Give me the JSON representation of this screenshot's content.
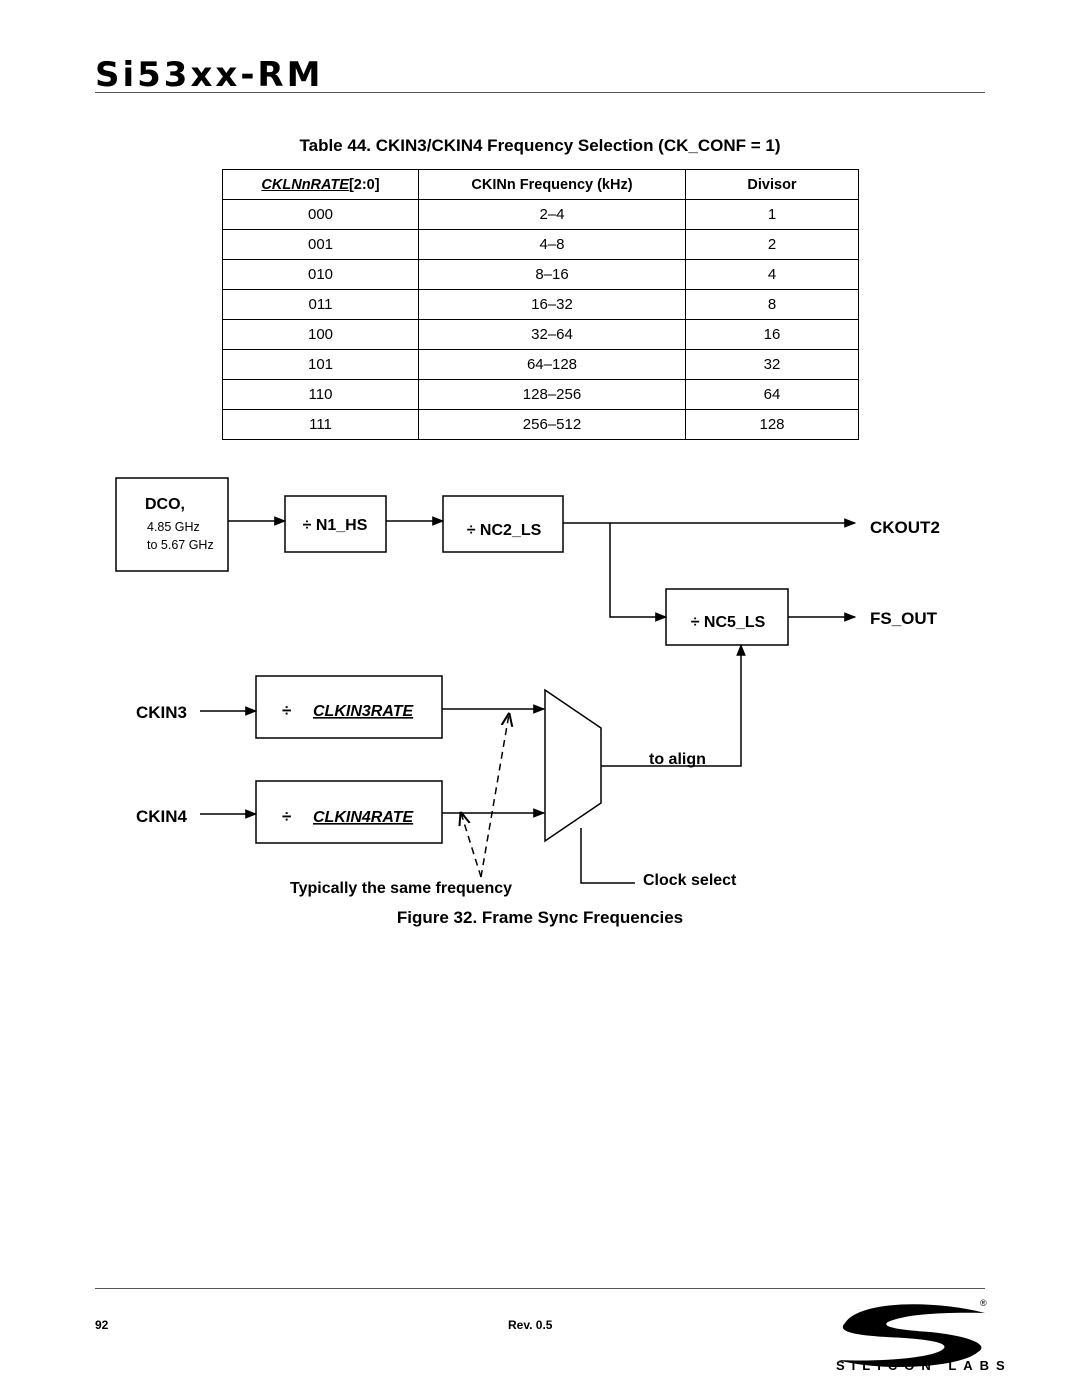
{
  "document": {
    "title": "Si53xx-RM",
    "page_number": "92",
    "revision": "Rev. 0.5"
  },
  "table": {
    "caption": "Table 44. CKIN3/CKIN4 Frequency Selection (CK_CONF = 1)",
    "headers": {
      "col1_italic": "CKLNnRATE",
      "col1_suffix": "[2:0]",
      "col2": "CKINn Frequency (kHz)",
      "col3": "Divisor"
    },
    "rows": [
      [
        "000",
        "2–4",
        "1"
      ],
      [
        "001",
        "4–8",
        "2"
      ],
      [
        "010",
        "8–16",
        "4"
      ],
      [
        "011",
        "16–32",
        "8"
      ],
      [
        "100",
        "32–64",
        "16"
      ],
      [
        "101",
        "64–128",
        "32"
      ],
      [
        "110",
        "128–256",
        "64"
      ],
      [
        "111",
        "256–512",
        "128"
      ]
    ]
  },
  "diagram": {
    "dco_label": "DCO,",
    "dco_freq_line1": "4.85 GHz",
    "dco_freq_line2": "to 5.67 GHz",
    "n1_hs": "÷ N1_HS",
    "nc2_ls": "÷ NC2_LS",
    "nc5_ls": "÷ NC5_LS",
    "ckout2": "CKOUT2",
    "fs_out": "FS_OUT",
    "ckin3": "CKIN3",
    "ckin4": "CKIN4",
    "div_sym": "÷",
    "clkin3rate": "CLKIN3RATE",
    "clkin4rate": "CLKIN4RATE",
    "to_align": "to align",
    "clock_select": "Clock select",
    "same_freq": "Typically the same frequency"
  },
  "figure": {
    "caption": "Figure 32. Frame Sync Frequencies"
  },
  "logo": {
    "text": "SILICON LABS",
    "registered_mark": "®"
  }
}
